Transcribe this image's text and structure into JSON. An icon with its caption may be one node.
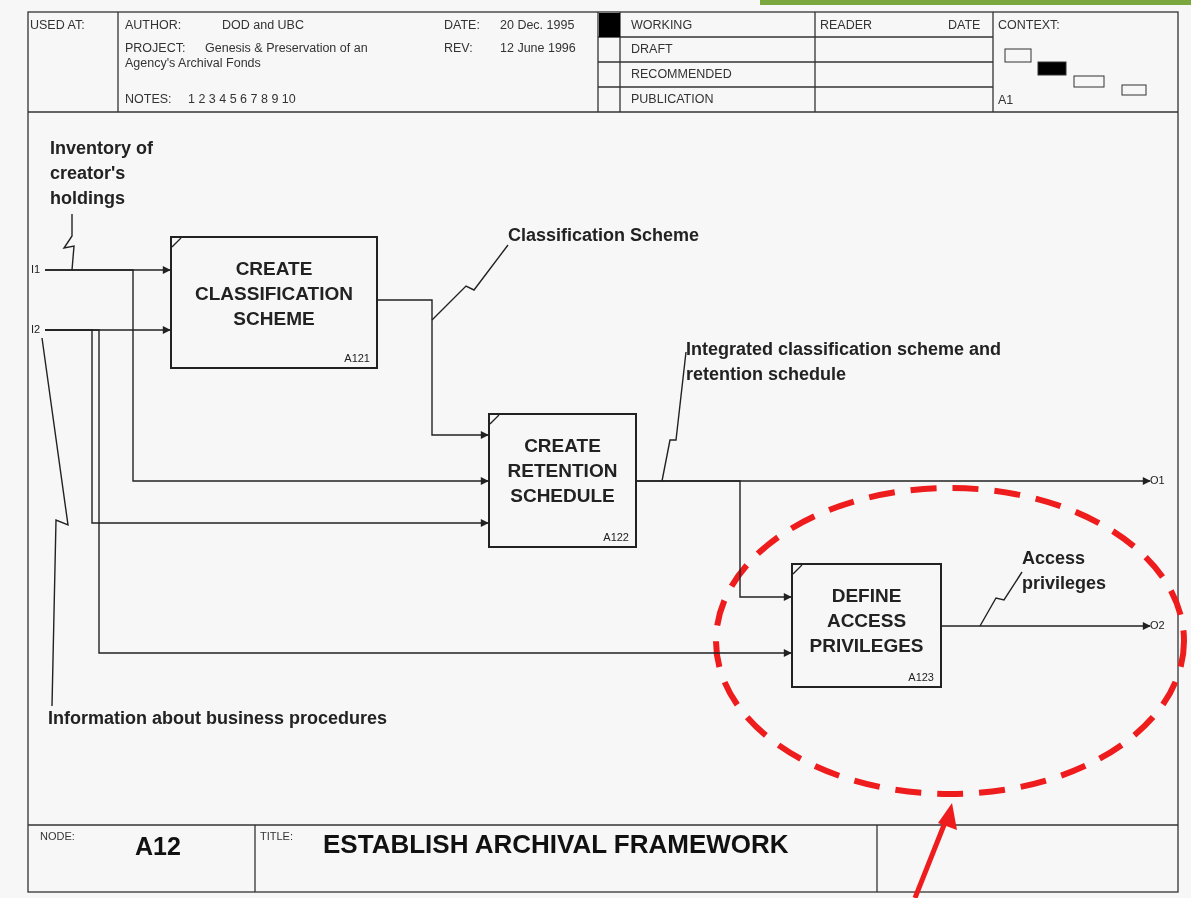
{
  "diagram": {
    "title": "ESTABLISH ARCHIVAL FRAMEWORK",
    "nodes": [
      {
        "text": [
          "CREATE CLASSIFICATION SCHEME",
          "A121"
        ]
      },
      {
        "text": [
          "CREATE RETENTION SCHEDULE",
          "A122"
        ]
      },
      {
        "text": [
          "DEFINE ACCESS PRIVILEGES",
          "A123"
        ]
      },
      {
        "text": [
          "I1"
        ]
      },
      {
        "text": [
          "I2"
        ]
      },
      {
        "text": [
          "O1"
        ]
      },
      {
        "text": [
          "O2"
        ]
      },
      {
        "text": [
          "Inventory of creator's holdings"
        ]
      },
      {
        "text": [
          "Information about business procedures"
        ]
      },
      {
        "text": [
          "Classification Scheme"
        ]
      },
      {
        "text": [
          "Integrated classification scheme and retention schedule"
        ]
      },
      {
        "text": [
          "Access privileges"
        ]
      }
    ],
    "edges": [
      {
        "from": 3,
        "to": 0,
        "arrow": "to"
      },
      {
        "from": 3,
        "to": 1,
        "arrow": "to"
      },
      {
        "from": 4,
        "to": 0,
        "arrow": "to"
      },
      {
        "from": 4,
        "to": 1,
        "arrow": "to"
      },
      {
        "from": 4,
        "to": 2,
        "arrow": "to"
      },
      {
        "from": 0,
        "to": 1,
        "arrow": "to"
      },
      {
        "from": 1,
        "to": 5,
        "arrow": "to"
      },
      {
        "from": 1,
        "to": 2,
        "arrow": "to"
      },
      {
        "from": 2,
        "to": 6,
        "arrow": "to"
      },
      {
        "from": 7,
        "to": null,
        "arrow": "none"
      },
      {
        "from": 8,
        "to": 4,
        "arrow": "none"
      },
      {
        "from": 9,
        "to": null,
        "arrow": "none"
      },
      {
        "from": 10,
        "to": null,
        "arrow": "none"
      },
      {
        "from": 11,
        "to": null,
        "arrow": "none"
      }
    ],
    "labels": [
      "USED AT:",
      "AUTHOR:",
      "DOD and UBC",
      "DATE:",
      "20 Dec. 1995",
      "PROJECT:",
      "Genesis & Preservation of an Agency's Archival Fonds",
      "REV:",
      "12 June 1996",
      "NOTES:",
      "1 2 3 4 5 6 7 8 9 10",
      "WORKING",
      "READER",
      "DATE",
      "CONTEXT:",
      "DRAFT",
      "RECOMMENDED",
      "PUBLICATION",
      "A1",
      "NODE:",
      "A12",
      "TITLE:"
    ]
  }
}
